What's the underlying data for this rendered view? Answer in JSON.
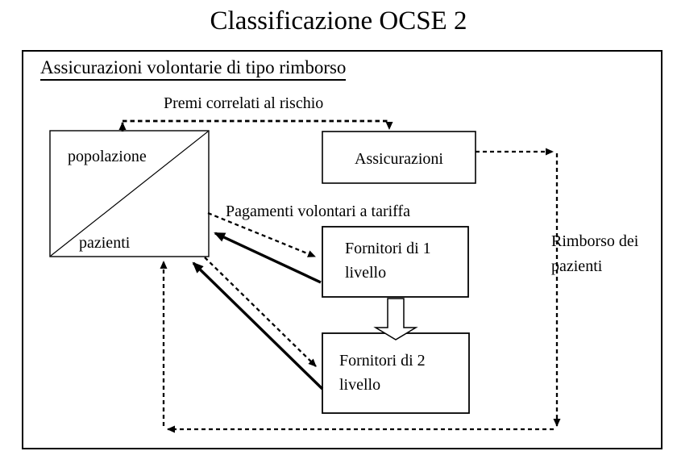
{
  "page": {
    "background": "#ffffff",
    "ink": "#000000"
  },
  "title": "Classificazione OCSE 2",
  "frame": {
    "heading": "Assicurazioni volontarie di tipo rimborso"
  },
  "labels": {
    "premi": "Premi correlati al rischio",
    "pagamenti": "Pagamenti volontari a tariffa",
    "rimborso_line1": "Rimborso dei",
    "rimborso_line2": "pazienti"
  },
  "boxes": {
    "population": {
      "upper": "popolazione",
      "lower": "pazienti"
    },
    "insurers": {
      "label": "Assicurazioni"
    },
    "providers_level1": {
      "line1": "Fornitori di 1",
      "line2": "livello"
    },
    "providers_level2": {
      "line1": "Fornitori di 2",
      "line2": "livello"
    }
  },
  "connectors": [
    {
      "name": "premi-correlati",
      "from": "population",
      "to": "insurers",
      "style": "dashed-elbow",
      "label": "Premi correlati al rischio"
    },
    {
      "name": "pagamento-tariffa-livello1",
      "from": "population",
      "to": "providers_level1",
      "style": "dashed-arrow"
    },
    {
      "name": "fornitura-livello1",
      "from": "providers_level1",
      "to": "population",
      "style": "solid-arrow"
    },
    {
      "name": "pagamento-tariffa-livello2",
      "from": "population",
      "to": "providers_level2",
      "style": "dashed-arrow"
    },
    {
      "name": "fornitura-livello2",
      "from": "providers_level2",
      "to": "population",
      "style": "solid-arrow"
    },
    {
      "name": "rimborso-pazienti",
      "from": "insurers",
      "to": "population",
      "style": "dashed-elbow",
      "label": "Rimborso dei pazienti"
    },
    {
      "name": "gerarchia-fornitori",
      "from": "providers_level1",
      "to": "providers_level2",
      "style": "block-arrow"
    }
  ]
}
